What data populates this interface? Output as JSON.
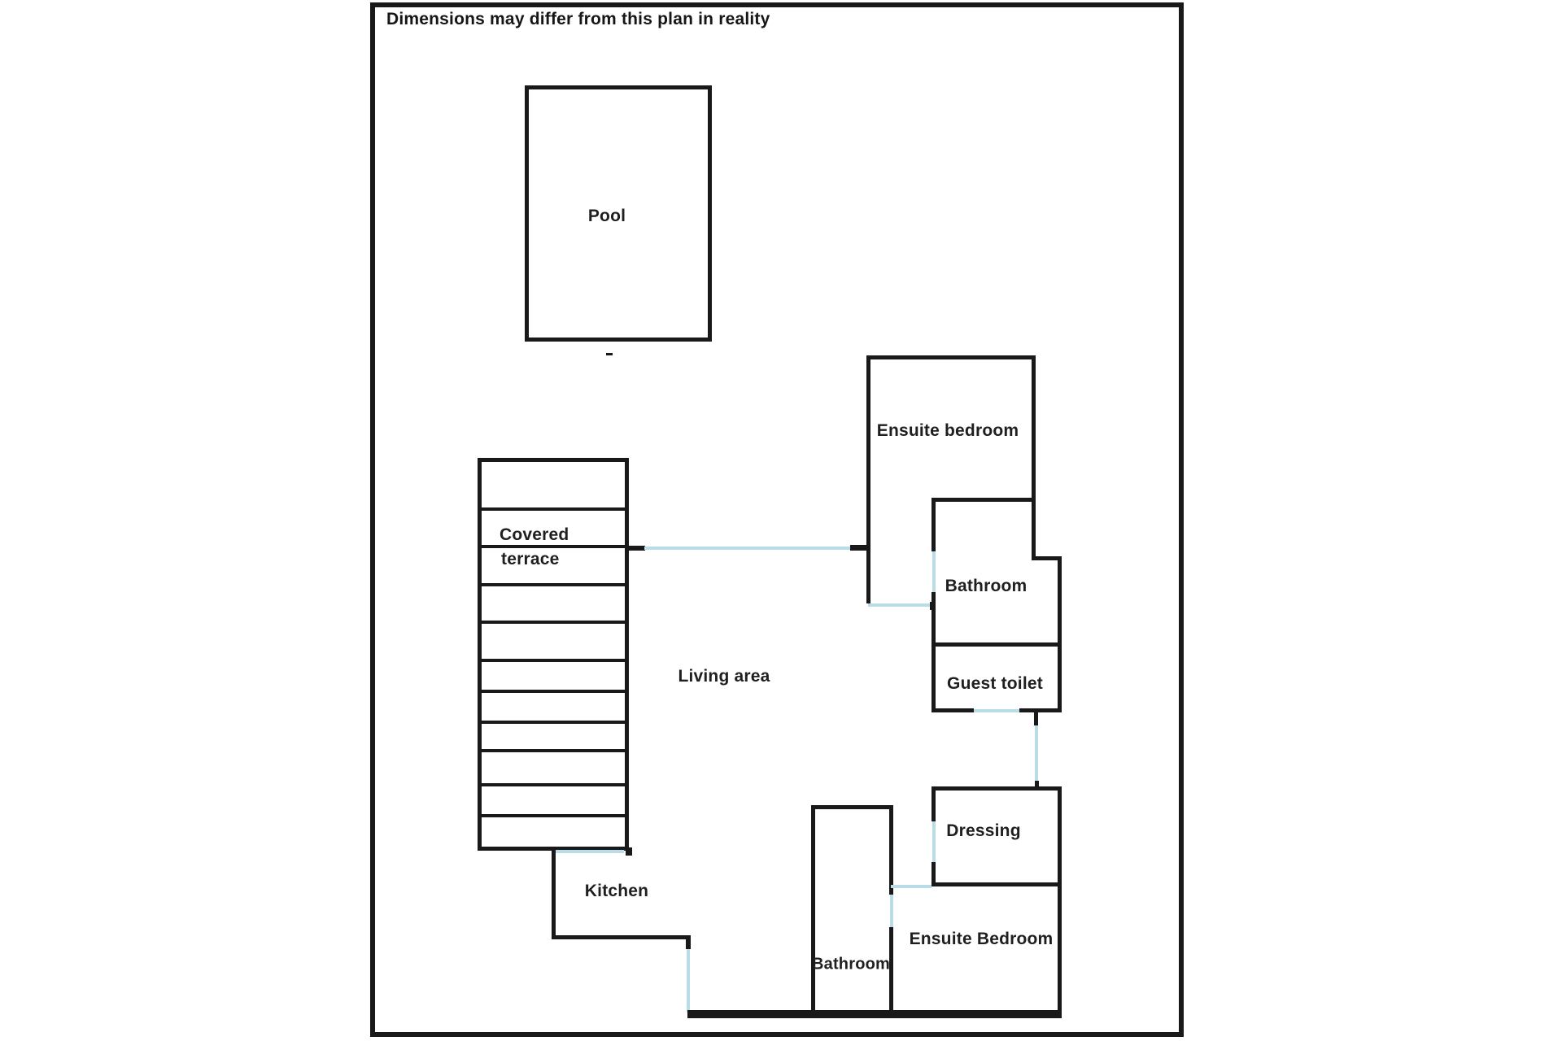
{
  "title": "Dimensions may differ from this plan in reality",
  "colors": {
    "wall": "#191919",
    "opening": "#b9dce6",
    "background": "#ffffff",
    "text": "#1f1f1f"
  },
  "rooms": {
    "pool": {
      "label": "Pool"
    },
    "covered_terrace": {
      "label_line1": "Covered",
      "label_line2": "terrace"
    },
    "living_area": {
      "label": "Living area"
    },
    "kitchen": {
      "label": "Kitchen"
    },
    "ensuite_bedroom_top": {
      "label": "Ensuite bedroom"
    },
    "bathroom_top": {
      "label": "Bathroom"
    },
    "guest_toilet": {
      "label": "Guest toilet"
    },
    "dressing": {
      "label": "Dressing"
    },
    "bathroom_bottom": {
      "label": "Bathroom"
    },
    "ensuite_bedroom_bottom": {
      "label": "Ensuite Bedroom"
    }
  }
}
